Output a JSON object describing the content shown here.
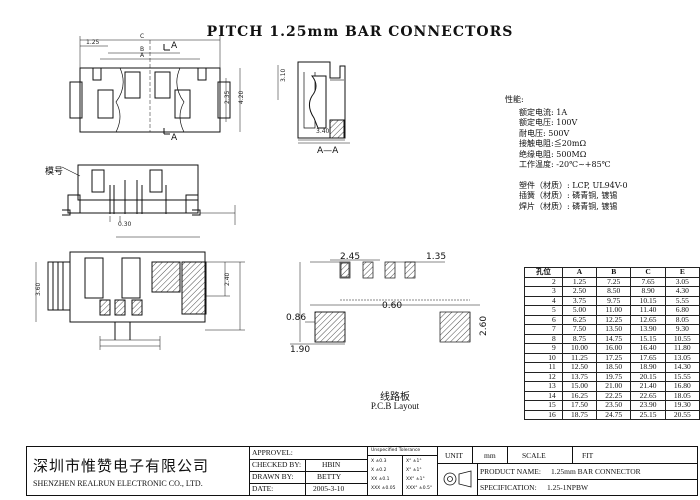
{
  "title": "PITCH 1.25mm BAR CONNECTORS",
  "views": {
    "top_view": {
      "dims": [
        "1.25",
        "C",
        "B",
        "A",
        "2.35",
        "4.20"
      ],
      "section_marker": "A"
    },
    "section_view": {
      "label": "A—A",
      "dims": [
        "3.10",
        "3.40"
      ]
    },
    "front_view": {
      "label": "模号",
      "dims": [
        "0.30"
      ]
    },
    "side_view": {
      "dims": [
        "3.60",
        "2.40"
      ]
    }
  },
  "pcb_layout": {
    "title": "线路板",
    "subtitle": "P.C.B Layout",
    "dims": [
      "2.45",
      "1.35",
      "0.60",
      "0.86",
      "1.90",
      "2.60"
    ]
  },
  "specs": {
    "heading": "性能:",
    "items": [
      "额定电流: 1A",
      "额定电压: 100V",
      "耐电压: 500V",
      "接触电阻:≦20mΩ",
      "绝缘电阻: 500MΩ",
      "工作温度: -20℃~+85℃"
    ],
    "materials": [
      "塑件（材质）: LCP, UL94V-0",
      "插簧（材质）: 磷青铜, 镀锡",
      "焊片（材质）: 磷青铜, 镀锡"
    ]
  },
  "dim_table": {
    "headers": [
      "孔位",
      "A",
      "B",
      "C",
      "E"
    ],
    "rows": [
      [
        "2",
        "1.25",
        "7.25",
        "7.65",
        "3.05"
      ],
      [
        "3",
        "2.50",
        "8.50",
        "8.90",
        "4.30"
      ],
      [
        "4",
        "3.75",
        "9.75",
        "10.15",
        "5.55"
      ],
      [
        "5",
        "5.00",
        "11.00",
        "11.40",
        "6.80"
      ],
      [
        "6",
        "6.25",
        "12.25",
        "12.65",
        "8.05"
      ],
      [
        "7",
        "7.50",
        "13.50",
        "13.90",
        "9.30"
      ],
      [
        "8",
        "8.75",
        "14.75",
        "15.15",
        "10.55"
      ],
      [
        "9",
        "10.00",
        "16.00",
        "16.40",
        "11.80"
      ],
      [
        "10",
        "11.25",
        "17.25",
        "17.65",
        "13.05"
      ],
      [
        "11",
        "12.50",
        "18.50",
        "18.90",
        "14.30"
      ],
      [
        "12",
        "13.75",
        "19.75",
        "20.15",
        "15.55"
      ],
      [
        "13",
        "15.00",
        "21.00",
        "21.40",
        "16.80"
      ],
      [
        "14",
        "16.25",
        "22.25",
        "22.65",
        "18.05"
      ],
      [
        "15",
        "17.50",
        "23.50",
        "23.90",
        "19.30"
      ],
      [
        "16",
        "18.75",
        "24.75",
        "25.15",
        "20.55"
      ]
    ]
  },
  "title_block": {
    "company_cn": "深圳市惟赞电子有限公司",
    "company_en": "SHENZHEN REALRUN ELECTRONIC CO., LTD.",
    "approved_label": "APPROVEL:",
    "checked_label": "CHECKED BY:",
    "checked_value": "HBIN",
    "drawn_label": "DRAWN BY:",
    "drawn_value": "BETTY",
    "date_label": "DATE:",
    "date_value": "2005-3-10",
    "tolerance_header": "Unspecified Tolerance",
    "tol_rows": [
      [
        "X ±0.3",
        "X° ±1°"
      ],
      [
        "X ±0.2",
        "X° ±1°"
      ],
      [
        "XX ±0.1",
        "XX° ±1°"
      ],
      [
        "XXX ±0.05",
        "XXX° ±0.5°"
      ]
    ],
    "unit_label": "UNIT",
    "unit_value": "mm",
    "scale_label": "SCALE",
    "scale_value": "FIT",
    "product_label": "PRODUCT NAME:",
    "product_value": "1.25mm BAR CONNECTOR",
    "spec_label": "SPECIFICATION:",
    "spec_value": "1.25-1NPBW"
  }
}
